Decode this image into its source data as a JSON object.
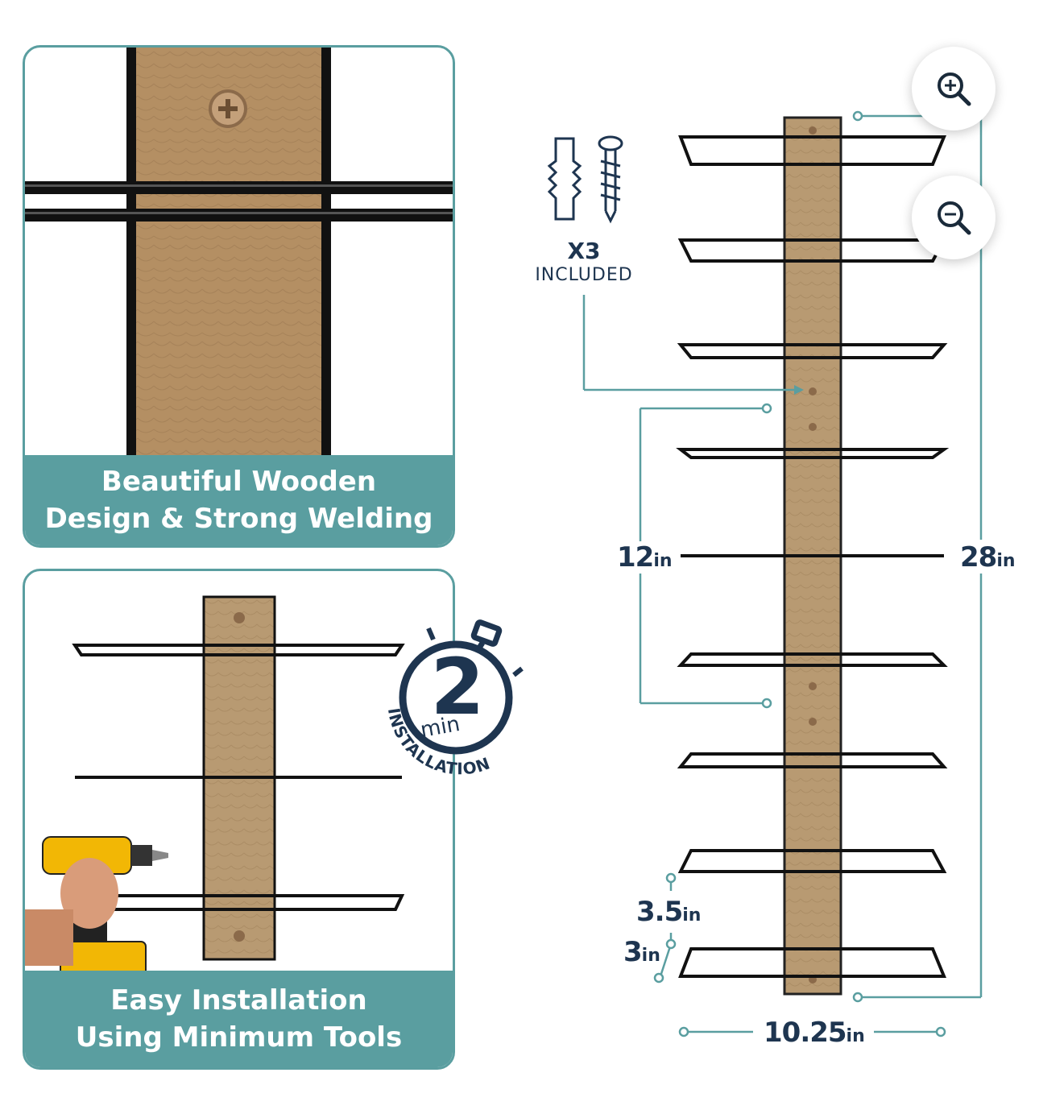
{
  "panels": {
    "wood_design": {
      "line1": "Beautiful Wooden",
      "line2": "Design & Strong Welding"
    },
    "installation": {
      "line1": "Easy Installation",
      "line2": "Using Minimum Tools"
    }
  },
  "badge": {
    "number": "2",
    "unit": "min",
    "arc_text": "INSTALLATION"
  },
  "hardware": {
    "count": "X3",
    "label": "INCLUDED"
  },
  "dimensions": {
    "spacing": {
      "value": "12",
      "unit": "in"
    },
    "height": {
      "value": "28",
      "unit": "in"
    },
    "shelf_height": {
      "value": "3.5",
      "unit": "in"
    },
    "shelf_gap": {
      "value": "3",
      "unit": "in"
    },
    "width": {
      "value": "10.25",
      "unit": "in"
    }
  },
  "controls": {
    "zoom_in": "zoom-in-icon",
    "zoom_out": "zoom-out-icon"
  },
  "colors": {
    "teal": "#5a9ea0",
    "navy": "#1e3550",
    "wood": "#b89a72",
    "metal": "#111111"
  }
}
